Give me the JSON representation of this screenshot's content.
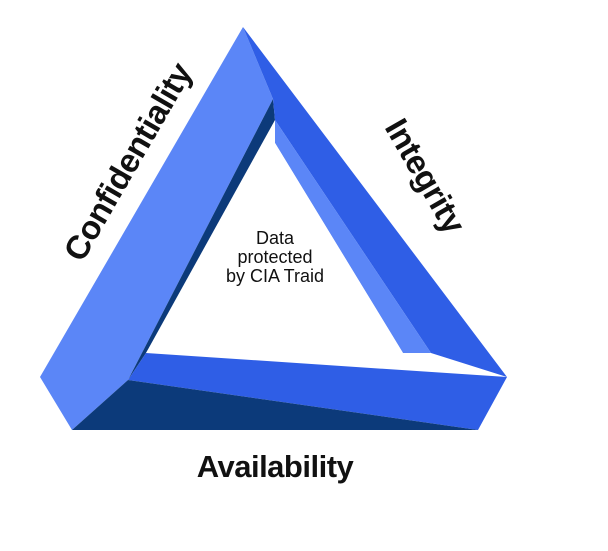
{
  "diagram": {
    "labels": {
      "confidentiality": "Confidentiality",
      "integrity": "Integrity",
      "availability": "Availability"
    },
    "center_text": {
      "line1": "Data",
      "line2": "protected",
      "line3": "by CIA Traid"
    },
    "colors": {
      "light_blue": "#5B86F7",
      "mid_blue": "#2F5EE6",
      "dark_blue": "#0C3A7A",
      "text": "#111111",
      "background": "#FFFFFF"
    }
  }
}
